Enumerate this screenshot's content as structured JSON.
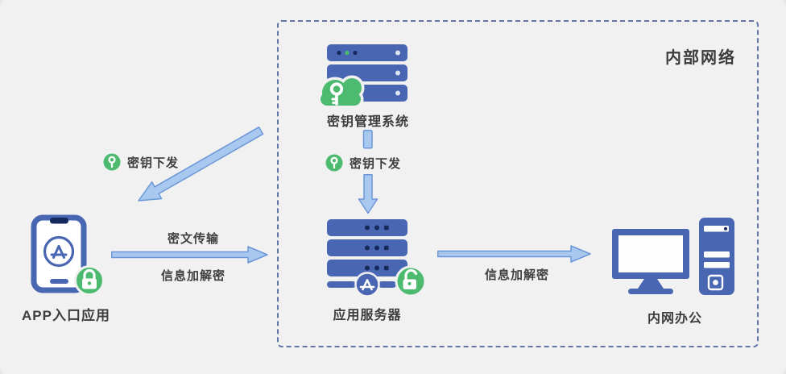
{
  "diagram": {
    "zone": {
      "label": "内部网络"
    },
    "nodes": {
      "kms_label": "密钥管理系统",
      "app_entry_label": "APP入口应用",
      "app_server_label": "应用服务器",
      "office_label": "内网办公"
    },
    "edges": {
      "key_dist_left_label": "密钥下发",
      "key_dist_mid_label": "密钥下发",
      "cipher_transfer_label": "密文传输",
      "encdec_left_label": "信息加解密",
      "encdec_right_label": "信息加解密"
    },
    "colors": {
      "background": "#f1f1f2",
      "primary_blue": "#4966b3",
      "dark_navy": "#16295c",
      "green": "#4dbb6f",
      "arrow_fill": "#a9c8ef",
      "arrow_stroke": "#6b97d8",
      "dashed_border": "#6277a8",
      "text": "#3d3d3d"
    }
  }
}
